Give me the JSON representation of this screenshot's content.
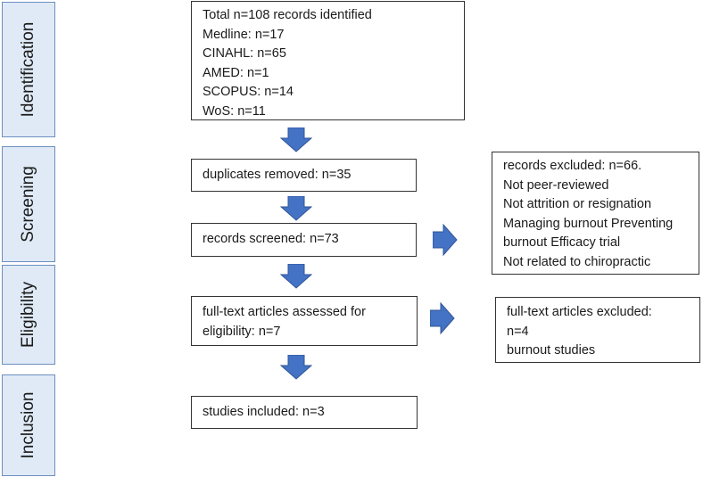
{
  "stages": [
    "Identification",
    "Screening",
    "Eligibility",
    "Inclusion"
  ],
  "identification_box": {
    "lines": [
      "Total n=108  records identified",
      "Medline: n=17",
      "CINAHL: n=65",
      "AMED: n=1",
      "SCOPUS: n=14",
      "WoS: n=11"
    ]
  },
  "duplicates_box": {
    "text": "duplicates removed: n=35"
  },
  "screened_box": {
    "text": "records screened: n=73"
  },
  "excluded_box": {
    "lines": [
      "records excluded: n=66.",
      "Not peer-reviewed",
      "Not attrition or resignation",
      "Managing burnout Preventing",
      "burnout Efficacy trial",
      "Not related to chiropractic"
    ]
  },
  "fulltext_box": {
    "lines": [
      "full-text articles assessed for",
      "eligibility: n=7"
    ]
  },
  "fulltext_excluded_box": {
    "lines": [
      "full-text articles excluded:",
      "n=4",
      "burnout studies"
    ]
  },
  "included_box": {
    "text": "studies included: n=3"
  },
  "colors": {
    "arrow": "#4472c4",
    "stage_fill": "#dfeaf6",
    "stage_border": "#6d8fc0"
  }
}
